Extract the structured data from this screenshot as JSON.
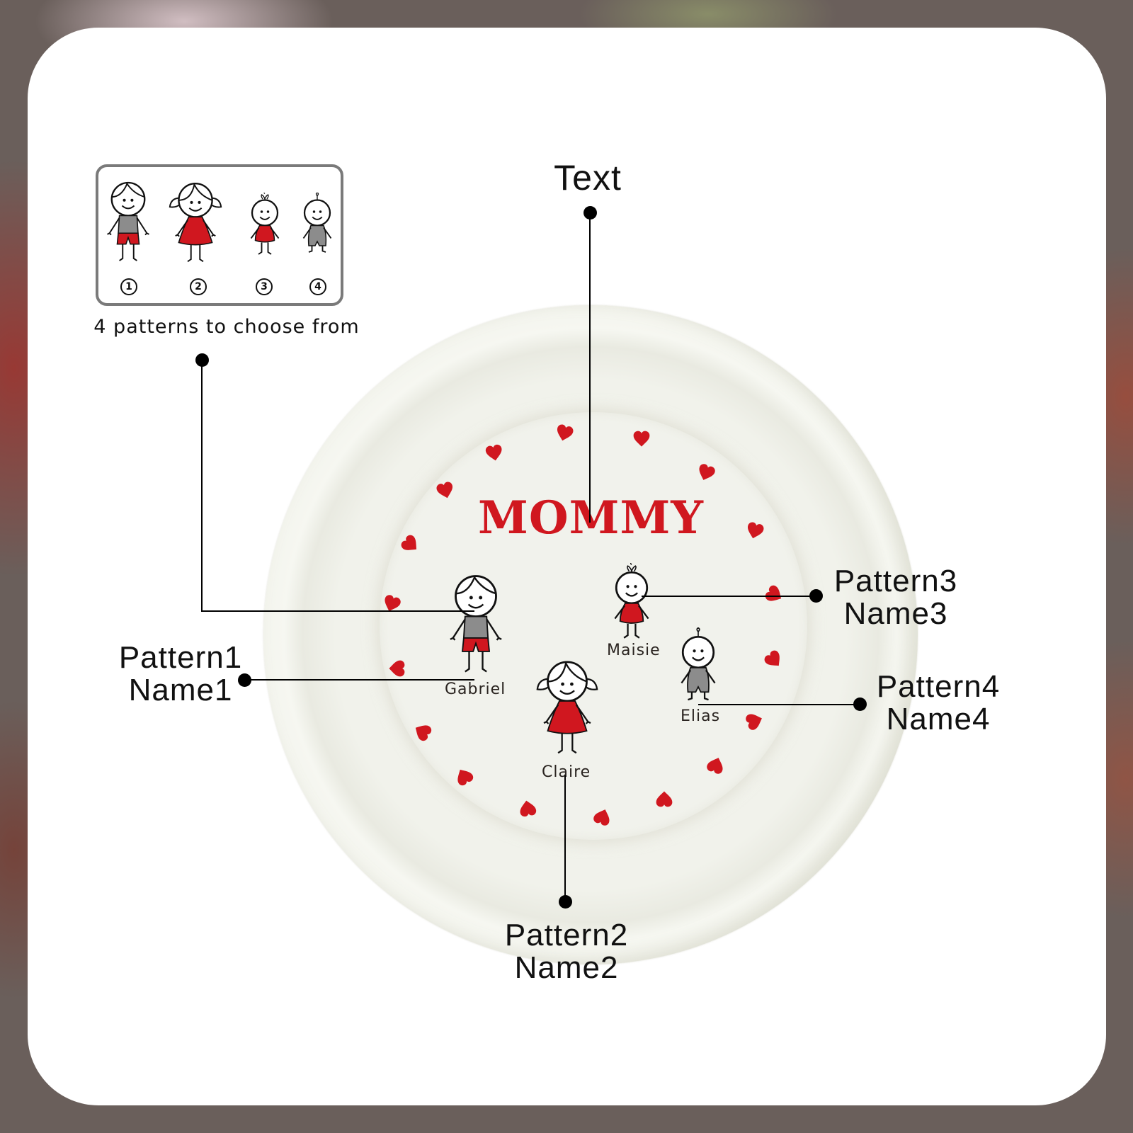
{
  "colors": {
    "accent_red": "#d0171f",
    "shirt_gray": "#8c8c8c",
    "plate": "#f1f2eb",
    "card": "#ffffff",
    "legend_border": "#7a7a7a"
  },
  "legend": {
    "caption": "4 patterns to choose from",
    "patterns": [
      {
        "number": "1",
        "icon": "boy-figure-icon"
      },
      {
        "number": "2",
        "icon": "girl-figure-icon"
      },
      {
        "number": "3",
        "icon": "baby-girl-figure-icon"
      },
      {
        "number": "4",
        "icon": "baby-boy-figure-icon"
      }
    ]
  },
  "plate": {
    "text": "MOMMY",
    "figures": [
      {
        "name": "Gabriel",
        "pattern": "1"
      },
      {
        "name": "Claire",
        "pattern": "2"
      },
      {
        "name": "Maisie",
        "pattern": "3"
      },
      {
        "name": "Elias",
        "pattern": "4"
      }
    ],
    "heart_icon": "heart-icon"
  },
  "callouts": {
    "text": "Text",
    "pattern1": {
      "line1": "Pattern1",
      "line2": "Name1"
    },
    "pattern2": {
      "line1": "Pattern2",
      "line2": "Name2"
    },
    "pattern3": {
      "line1": "Pattern3",
      "line2": "Name3"
    },
    "pattern4": {
      "line1": "Pattern4",
      "line2": "Name4"
    }
  }
}
